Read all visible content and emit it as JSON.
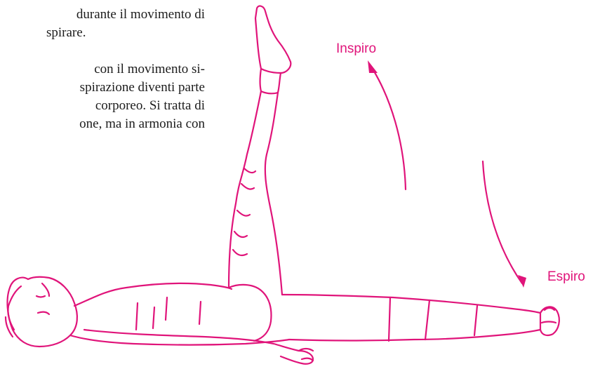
{
  "body_text": {
    "line1": "durante il movimento di",
    "line2": "spirare.",
    "line3": "con il movimento si-",
    "line4": "spirazione diventi parte",
    "line5": "corporeo. Si tratta di",
    "line6": "one, ma in armonia con"
  },
  "labels": {
    "inhale": "Inspiro",
    "exhale": "Espiro"
  },
  "colors": {
    "accent": "#e0147a",
    "text": "#1c1c1c"
  },
  "illustration": {
    "subject": "person-lying-supine-raising-one-leg"
  }
}
